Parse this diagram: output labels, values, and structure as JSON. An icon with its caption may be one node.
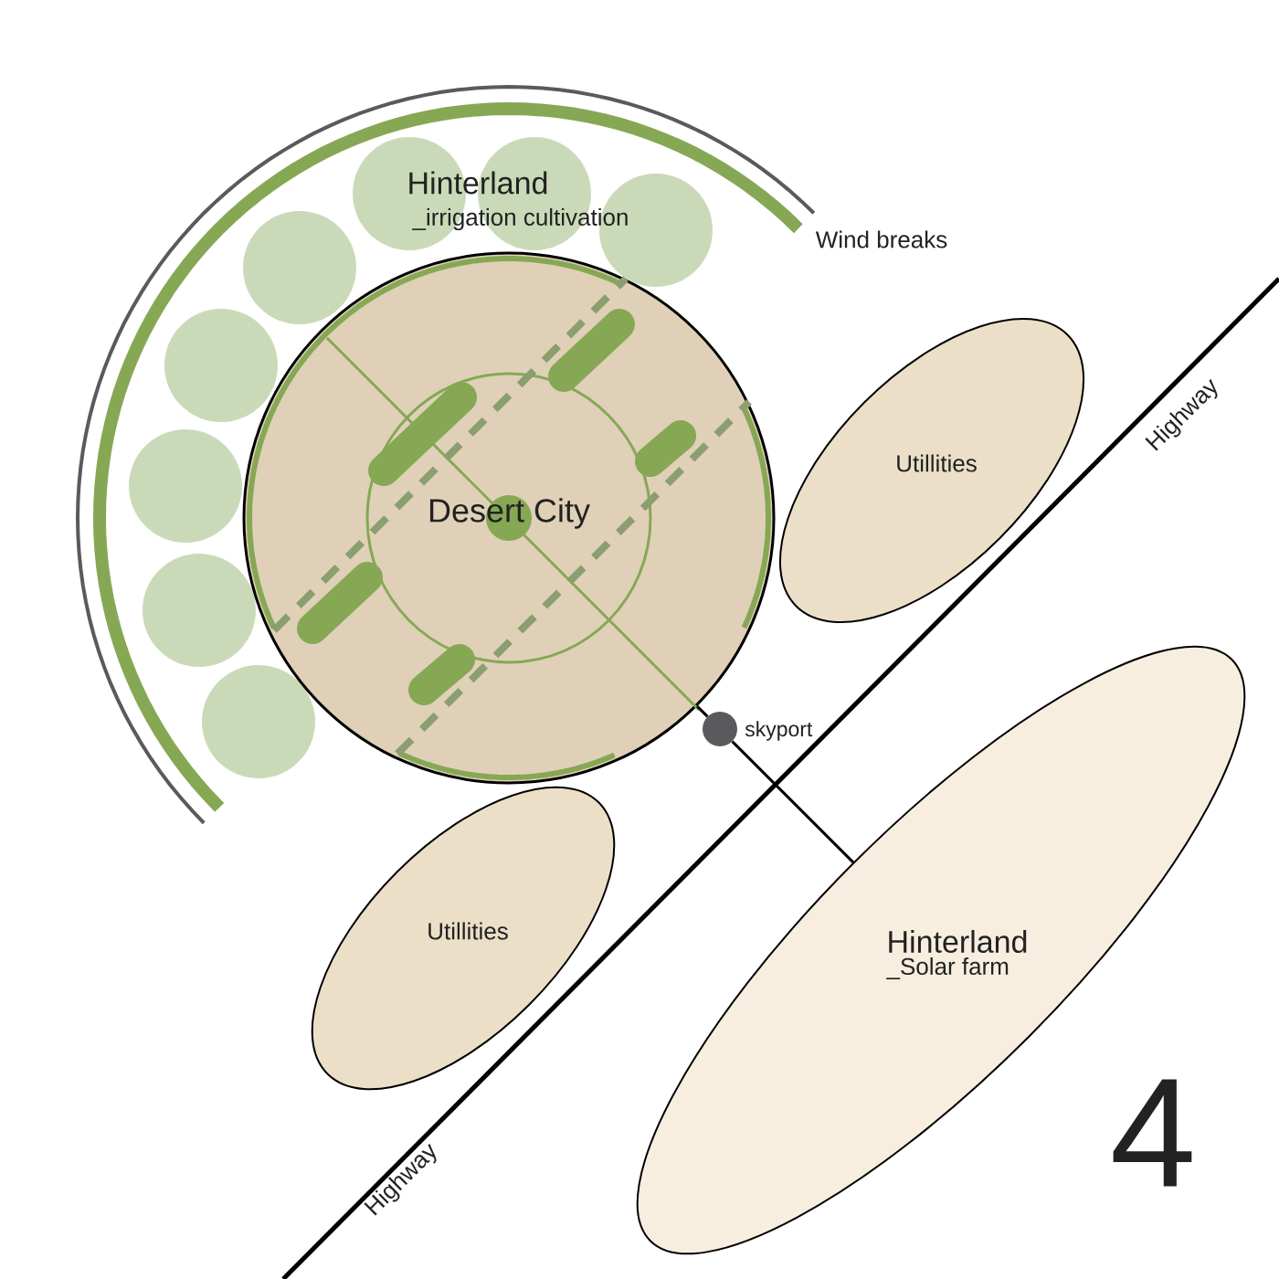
{
  "diagram": {
    "nodes": [
      {
        "text": [
          "Desert City"
        ]
      },
      {
        "text": [],
        "shape": "circle",
        "beside": [
          "skyport"
        ]
      },
      {
        "text": [
          "Utillities"
        ]
      },
      {
        "text": [
          "Utillities"
        ]
      },
      {
        "text": [
          "Hinterland",
          "_Solar farm"
        ]
      }
    ],
    "edges": [
      {
        "from": 0,
        "to": 1,
        "arrow": "none"
      },
      {
        "from": 1,
        "to": 4,
        "arrow": "none"
      }
    ],
    "labels": [
      "Hinterland",
      "_irrigation cultivation",
      "Wind breaks",
      "Highway",
      "Highway",
      "4"
    ]
  }
}
